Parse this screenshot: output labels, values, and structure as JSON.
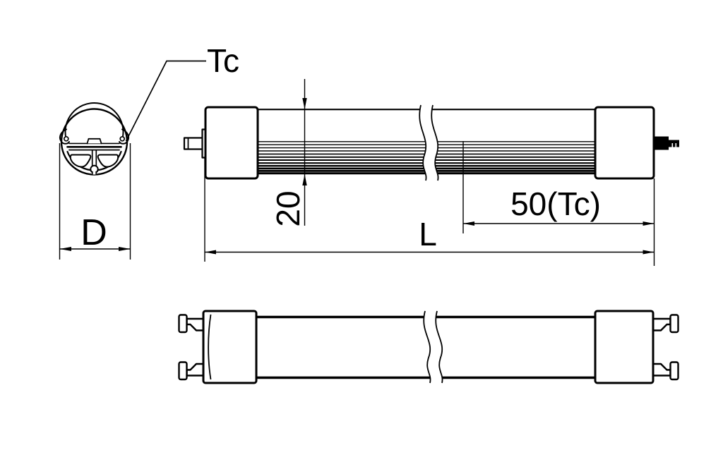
{
  "drawing": {
    "labels": {
      "tc": "Tc",
      "d": "D",
      "height": "20",
      "tc_distance": "50(Tc)",
      "length": "L"
    },
    "colors": {
      "line": "#000000",
      "background": "#ffffff"
    }
  }
}
